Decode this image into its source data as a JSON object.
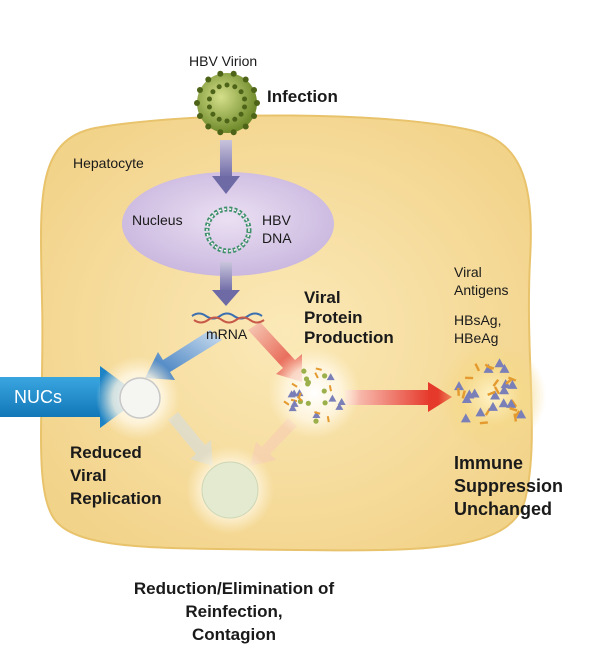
{
  "labels": {
    "hbv_virion": "HBV Virion",
    "infection": "Infection",
    "hepatocyte": "Hepatocyte",
    "nucleus": "Nucleus",
    "hbv_dna_line1": "HBV",
    "hbv_dna_line2": "DNA",
    "mrna": "mRNA",
    "viral_protein_production": [
      "Viral",
      "Protein",
      "Production"
    ],
    "viral_antigens": [
      "Viral",
      "Antigens"
    ],
    "antigen_names": [
      "HBsAg,",
      "HBeAg"
    ],
    "nucs": "NUCs",
    "reduced_viral_replication": [
      "Reduced",
      "Viral",
      "Replication"
    ],
    "immune_suppression_unchanged": [
      "Immune",
      "Suppression",
      "Unchanged"
    ],
    "reduction_elimination": [
      "Reduction/Elimination of",
      "Reinfection,",
      "Contagion"
    ]
  },
  "colors": {
    "cell_fill": "#f7dfa0",
    "nucleus_fill": "#d9c9e8",
    "virion_green": "#9bb04a",
    "nucs_arrow_blue": "#1f8fcf",
    "protein_arrow_red": "#e0392b",
    "antigen_orange": "#e49a2e",
    "antigen_purple": "#7a7fb8"
  }
}
